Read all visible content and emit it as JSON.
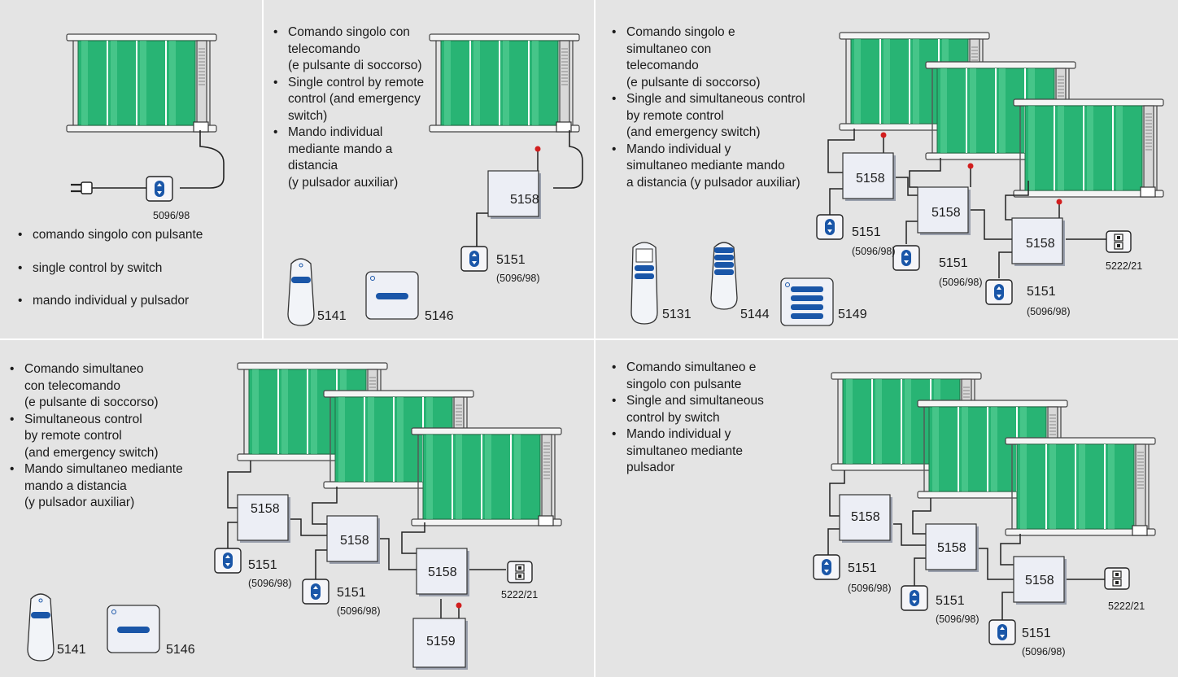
{
  "colors": {
    "background": "#e4e4e4",
    "divider": "#ffffff",
    "shutter_green": "#28b474",
    "frame_grey": "#c8c8c8",
    "device_blue": "#1a56a8",
    "antenna_red": "#d21e1e"
  },
  "panels": {
    "p1": {
      "texts": [
        "comando singolo con pulsante",
        "single control by switch",
        "mando individual y pulsador"
      ],
      "switch_code": "5096/98"
    },
    "p2": {
      "texts": [
        "Comando singolo con\ntelecomando\n(e pulsante di soccorso)",
        "Single control by remote\ncontrol (and emergency\nswitch)",
        "Mando individual\nmediante mando a\ndistancia\n(y pulsador auxiliar)"
      ],
      "receiver": "5158",
      "switch_code": "5151",
      "switch_sub": "(5096/98)",
      "remote": "5141",
      "wall_tx": "5146"
    },
    "p3": {
      "texts": [
        "Comando singolo e\nsimultaneo con\ntelecomando\n(e pulsante di soccorso)",
        "Single and simultaneous control\nby remote control\n(and emergency switch)",
        "Mando individual y\nsimultaneo mediante mando\na distancia (y pulsador auxiliar)"
      ],
      "receiver": "5158",
      "switch_code": "5151",
      "switch_sub": "(5096/98)",
      "central": "5222/21",
      "remote_a": "5131",
      "remote_b": "5144",
      "wall_tx": "5149"
    },
    "p4": {
      "texts": [
        "Comando simultaneo\ncon telecomando\n(e pulsante di soccorso)",
        "Simultaneous control\nby remote control\n(and emergency switch)",
        "Mando simultaneo mediante\nmando a distancia\n(y pulsador auxiliar)"
      ],
      "receiver": "5158",
      "radio_rx": "5159",
      "switch_code": "5151",
      "switch_sub": "(5096/98)",
      "central": "5222/21",
      "remote": "5141",
      "wall_tx": "5146"
    },
    "p5": {
      "texts": [
        "Comando simultaneo e\nsingolo con pulsante",
        "Single and simultaneous\ncontrol by switch",
        "Mando individual y\nsimultaneo mediante\npulsador"
      ],
      "receiver": "5158",
      "switch_code": "5151",
      "switch_sub": "(5096/98)",
      "central": "5222/21"
    }
  }
}
